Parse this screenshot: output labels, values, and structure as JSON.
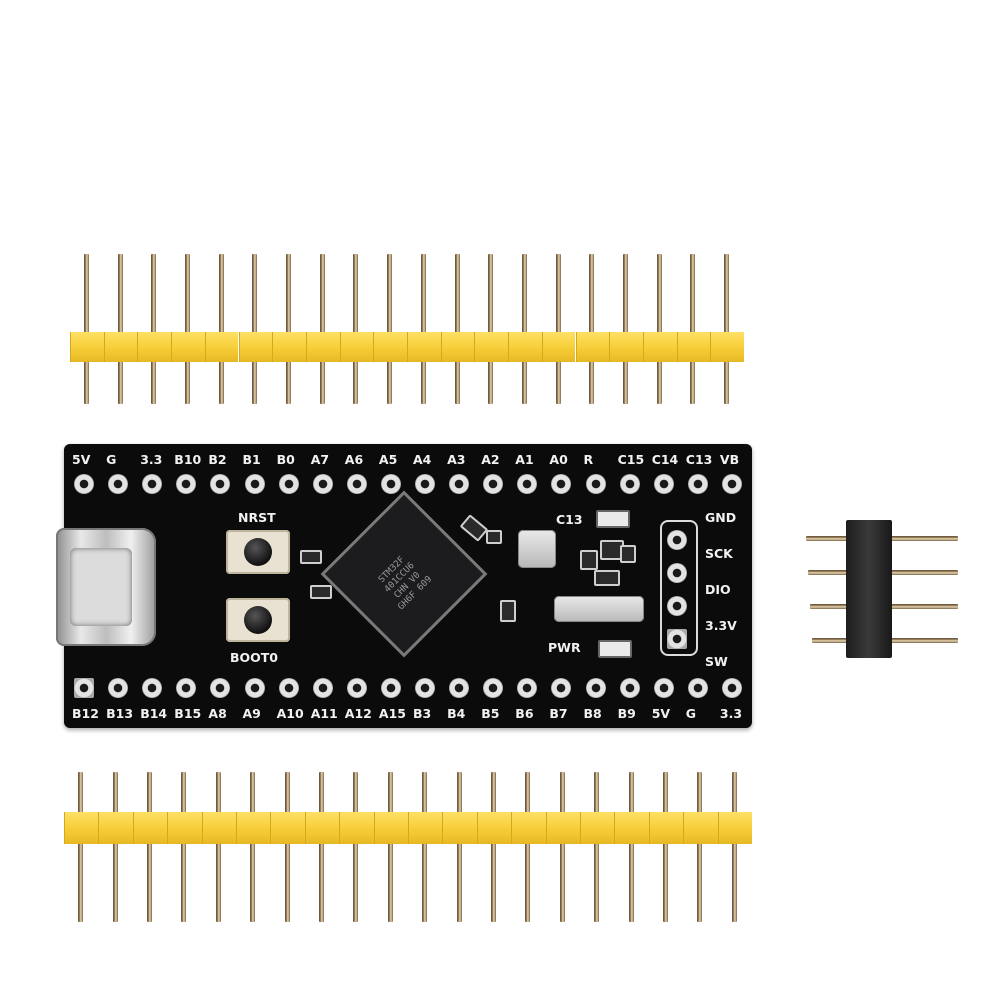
{
  "board": {
    "top_pin_labels": [
      "5V",
      "G",
      "3.3",
      "B10",
      "B2",
      "B1",
      "B0",
      "A7",
      "A6",
      "A5",
      "A4",
      "A3",
      "A2",
      "A1",
      "A0",
      "R",
      "C15",
      "C14",
      "C13",
      "VB"
    ],
    "bottom_pin_labels": [
      "B12",
      "B13",
      "B14",
      "B15",
      "A8",
      "A9",
      "A10",
      "A11",
      "A12",
      "A15",
      "B3",
      "B4",
      "B5",
      "B6",
      "B7",
      "B8",
      "B9",
      "5V",
      "G",
      "3.3"
    ],
    "swd_labels": [
      "GND",
      "SCK",
      "DIO",
      "3.3V",
      "SW"
    ],
    "button_labels": {
      "reset": "NRST",
      "boot": "BOOT0"
    },
    "led_labels": {
      "user": "C13",
      "power": "PWR"
    },
    "chip_marking": "STM32F\n401CCU6\nCHN V0\nGH6F 609"
  },
  "colors": {
    "pcb": "#0b0b0c",
    "silkscreen": "#f2f2f2",
    "header_plastic": "#f7cf3a",
    "pin_metal": "#a88d66",
    "swd_header_plastic": "#1d1d1d"
  }
}
